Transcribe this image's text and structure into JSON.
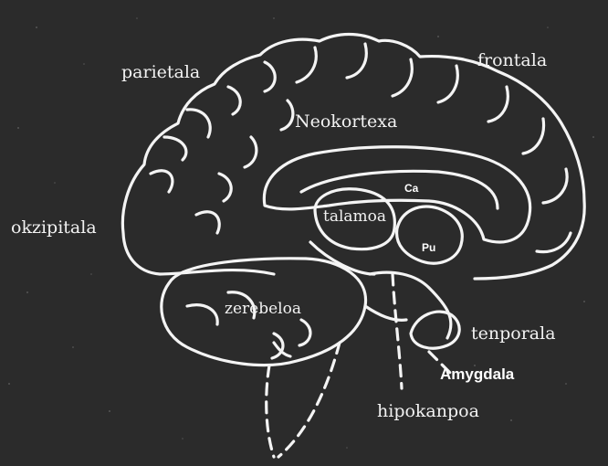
{
  "labels": {
    "parietala": "parietala",
    "frontala": "frontala",
    "neokortexa": "Neokortexa",
    "okzipitala": "okzipitala",
    "ca": "Ca",
    "talamoa": "talamoa",
    "pu": "Pu",
    "zerebeloa": "zerebeloa",
    "tenporala": "tenporala",
    "amygdala": "Amygdala",
    "hipokanpoa": "hipokanpoa"
  },
  "colors": {
    "background": "#2b2b2b",
    "outline": "#f4f4f4",
    "text": "#f2f2f2"
  }
}
